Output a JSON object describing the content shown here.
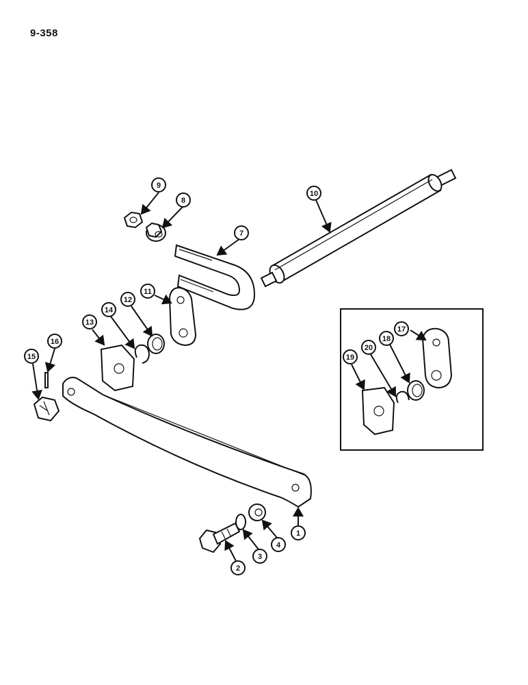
{
  "page_number": "9-358",
  "callouts": {
    "c1": "1",
    "c2": "2",
    "c3": "3",
    "c4": "4",
    "c7": "7",
    "c8": "8",
    "c9": "9",
    "c10": "10",
    "c11": "11",
    "c12": "12",
    "c13": "13",
    "c14": "14",
    "c15": "15",
    "c16": "16",
    "c17": "17",
    "c18": "18",
    "c19": "19",
    "c20": "20"
  }
}
